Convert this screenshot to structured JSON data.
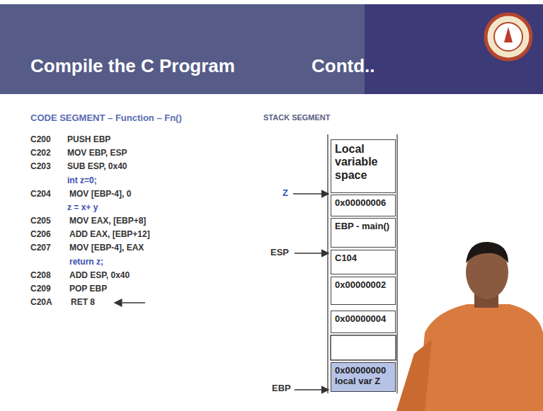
{
  "diagram": {
    "title": "Compile the C Program",
    "nodes": [
      {
        "text": [
          "Local variable space"
        ]
      },
      {
        "text": [
          "0x00000006"
        ]
      },
      {
        "text": [
          "EBP - main()"
        ]
      },
      {
        "text": [
          "C104"
        ]
      },
      {
        "text": [
          "0x00000002"
        ]
      },
      {
        "text": [
          "0x00000004"
        ]
      },
      {
        "text": [
          "0x00000000",
          "local var Z"
        ]
      }
    ],
    "labels": [
      "Contd..",
      "CODE SEGMENT – Function – Fn()",
      "C200",
      "PUSH EBP",
      "C202",
      "MOV EBP, ESP",
      "C203",
      "SUB ESP, 0x40",
      "int z=0;",
      "C204",
      "MOV [EBP-4], 0",
      "z = x+ y",
      "C205",
      "MOV EAX, [EBP+8]",
      "C206",
      "ADD EAX, [EBP+12]",
      "C207",
      "MOV [EBP-4], EAX",
      "return z;",
      "C208",
      "ADD ESP, 0x40",
      "C209",
      "POP EBP",
      "C20A",
      "RET 8",
      "STACK SEGMENT",
      "Z",
      "ESP",
      "EBP"
    ]
  }
}
